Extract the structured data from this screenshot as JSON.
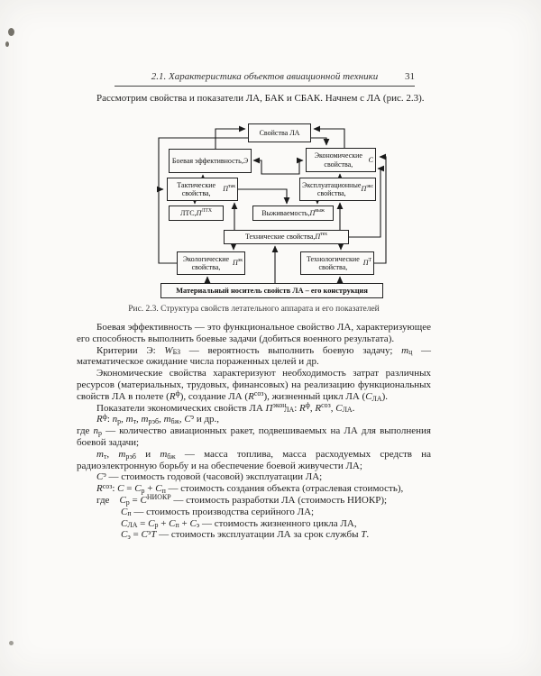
{
  "header": {
    "title": "2.1. Характеристика объектов авиационной техники",
    "page": "31"
  },
  "figure": {
    "caption": "Рис. 2.3. Структура свойств летательного аппарата и его показателей",
    "boxes": {
      "svla": [
        {
          "t": "Свойства ЛА"
        }
      ],
      "combat": [
        {
          "t": "Боевая эффективность, "
        },
        {
          "t": "Э",
          "i": 1
        }
      ],
      "econ": [
        {
          "t": "Экономические свойства, "
        },
        {
          "t": "С",
          "i": 1
        }
      ],
      "tact": [
        {
          "t": "Тактические свойства, "
        },
        {
          "t": "П",
          "i": 1
        },
        {
          "t": "так",
          "v": "sup"
        }
      ],
      "oper": [
        {
          "t": "Эксплуатационные свойства, "
        },
        {
          "t": "П",
          "i": 1
        },
        {
          "t": "экс",
          "v": "sup"
        }
      ],
      "lts": [
        {
          "t": "ЛТС, "
        },
        {
          "t": "П",
          "i": 1
        },
        {
          "t": "ЛТХ",
          "v": "sup"
        }
      ],
      "surv": [
        {
          "t": "Выживаемость, "
        },
        {
          "t": "П",
          "i": 1
        },
        {
          "t": "выж",
          "v": "sup"
        }
      ],
      "tech": [
        {
          "t": "Технические свойства, "
        },
        {
          "t": "П",
          "i": 1
        },
        {
          "t": "тех",
          "v": "sup"
        }
      ],
      "ecol": [
        {
          "t": "Экологические свойства, "
        },
        {
          "t": "П",
          "i": 1
        },
        {
          "t": "эк",
          "v": "sup"
        }
      ],
      "technol": [
        {
          "t": "Технологические свойства, "
        },
        {
          "t": "П",
          "i": 1
        },
        {
          "t": "Т",
          "v": "sup"
        }
      ],
      "mat": [
        {
          "t": "Материальный носитель свойств ЛА – его конструкция",
          "b": 1
        }
      ]
    }
  },
  "paragraphs": {
    "intro": [
      {
        "t": "Рассмотрим свойства и показатели ЛА, БАК и СБАК. Начнем с ЛА (рис. 2.3)."
      }
    ],
    "combat": [
      {
        "t": "Боевая эффективность — это функциональное свойство ЛА, характеризующее его способность выполнить боевые задачи (добиться военного результата)."
      }
    ],
    "criteria": [
      {
        "t": "Критерии Э: "
      },
      {
        "t": "W",
        "i": 1
      },
      {
        "t": "БЗ",
        "v": "sub"
      },
      {
        "t": " — вероятность выполнить боевую задачу; "
      },
      {
        "t": "m",
        "i": 1
      },
      {
        "t": "ц",
        "v": "sub"
      },
      {
        "t": " — математическое ожидание числа пораженных целей и др."
      }
    ],
    "econ": [
      {
        "t": "Экономические свойства характеризуют необходимость затрат различных ресурсов (материальных, трудовых, финансовых) на реализацию функциональных свойств ЛА в полете ("
      },
      {
        "t": "R",
        "i": 1
      },
      {
        "t": "ф",
        "v": "sup"
      },
      {
        "t": "), создание ЛА ("
      },
      {
        "t": "R",
        "i": 1
      },
      {
        "t": "соз",
        "v": "sup"
      },
      {
        "t": "), жизненный цикл ЛА ("
      },
      {
        "t": "С",
        "i": 1
      },
      {
        "t": "ЛА",
        "v": "sub"
      },
      {
        "t": ")."
      }
    ],
    "indicators": [
      {
        "t": "Показатели экономических свойств ЛА "
      },
      {
        "t": "П",
        "i": 1
      },
      {
        "t": "экон",
        "v": "sup"
      },
      {
        "t": "ЛА",
        "v": "sub",
        "m": "-0.3em"
      },
      {
        "t": ": "
      },
      {
        "t": "R",
        "i": 1
      },
      {
        "t": "ф",
        "v": "sup"
      },
      {
        "t": ", "
      },
      {
        "t": "R",
        "i": 1
      },
      {
        "t": "соз",
        "v": "sup"
      },
      {
        "t": ", "
      },
      {
        "t": "С",
        "i": 1
      },
      {
        "t": "ЛА",
        "v": "sub"
      },
      {
        "t": "."
      }
    ],
    "rf": [
      {
        "t": "R",
        "i": 1
      },
      {
        "t": "ф",
        "v": "sup"
      },
      {
        "t": ": "
      },
      {
        "t": "n",
        "i": 1
      },
      {
        "t": "р",
        "v": "sub"
      },
      {
        "t": ", "
      },
      {
        "t": "m",
        "i": 1
      },
      {
        "t": "т",
        "v": "sub"
      },
      {
        "t": ", "
      },
      {
        "t": "m",
        "i": 1
      },
      {
        "t": "рэб",
        "v": "sub"
      },
      {
        "t": ", "
      },
      {
        "t": "m",
        "i": 1
      },
      {
        "t": "бж",
        "v": "sub"
      },
      {
        "t": ", "
      },
      {
        "t": "С",
        "i": 1
      },
      {
        "t": "э",
        "v": "sup"
      },
      {
        "t": " и др.,"
      }
    ],
    "np": [
      {
        "t": "где "
      },
      {
        "t": "n",
        "i": 1
      },
      {
        "t": "р",
        "v": "sub"
      },
      {
        "t": " — количество авиационных ракет, подвешиваемых на ЛА для выполнения боевой задачи;"
      }
    ],
    "mass": [
      {
        "t": "m",
        "i": 1
      },
      {
        "t": "т",
        "v": "sub"
      },
      {
        "t": ", "
      },
      {
        "t": "m",
        "i": 1
      },
      {
        "t": "рэб",
        "v": "sub"
      },
      {
        "t": " и "
      },
      {
        "t": "m",
        "i": 1
      },
      {
        "t": "бж",
        "v": "sub"
      },
      {
        "t": " — масса топлива, масса расходуемых средств на радиоэлектронную борьбу и на обеспечение боевой живучести ЛА;"
      }
    ],
    "ce": [
      {
        "t": "С",
        "i": 1
      },
      {
        "t": "э",
        "v": "sup"
      },
      {
        "t": " — стоимость годовой (часовой) эксплуатации ЛА;"
      }
    ],
    "rsoz": [
      {
        "t": "R",
        "i": 1
      },
      {
        "t": "соз",
        "v": "sup"
      },
      {
        "t": ": "
      },
      {
        "t": "С",
        "i": 1
      },
      {
        "t": " = "
      },
      {
        "t": "С",
        "i": 1
      },
      {
        "t": "р",
        "v": "sub"
      },
      {
        "t": " + "
      },
      {
        "t": "С",
        "i": 1
      },
      {
        "t": "п",
        "v": "sub"
      },
      {
        "t": " — стоимость создания объекта (отраслевая стоимость),"
      }
    ],
    "cr": [
      {
        "t": "где    "
      },
      {
        "t": "С",
        "i": 1
      },
      {
        "t": "р",
        "v": "sub"
      },
      {
        "t": " = "
      },
      {
        "t": "С",
        "i": 1
      },
      {
        "t": "НИОКР",
        "v": "sup"
      },
      {
        "t": " — стоимость разработки ЛА (стоимость НИОКР);"
      }
    ],
    "cp": [
      {
        "t": "С",
        "i": 1
      },
      {
        "t": "п",
        "v": "sub"
      },
      {
        "t": " — стоимость производства серийного ЛА;"
      }
    ],
    "cla": [
      {
        "t": "С",
        "i": 1
      },
      {
        "t": "ЛА",
        "v": "sub"
      },
      {
        "t": " = "
      },
      {
        "t": "С",
        "i": 1
      },
      {
        "t": "р",
        "v": "sub"
      },
      {
        "t": " + "
      },
      {
        "t": "С",
        "i": 1
      },
      {
        "t": "п",
        "v": "sub"
      },
      {
        "t": " + "
      },
      {
        "t": "С",
        "i": 1
      },
      {
        "t": "э",
        "v": "sub"
      },
      {
        "t": " — стоимость жизненного цикла ЛА,"
      }
    ],
    "ce2": [
      {
        "t": "С",
        "i": 1
      },
      {
        "t": "э",
        "v": "sub"
      },
      {
        "t": " = "
      },
      {
        "t": "С",
        "i": 1
      },
      {
        "t": "э",
        "v": "sup"
      },
      {
        "t": "Т",
        "i": 1
      },
      {
        "t": " — стоимость эксплуатации ЛА за срок службы "
      },
      {
        "t": "Т",
        "i": 1
      },
      {
        "t": "."
      }
    ]
  }
}
